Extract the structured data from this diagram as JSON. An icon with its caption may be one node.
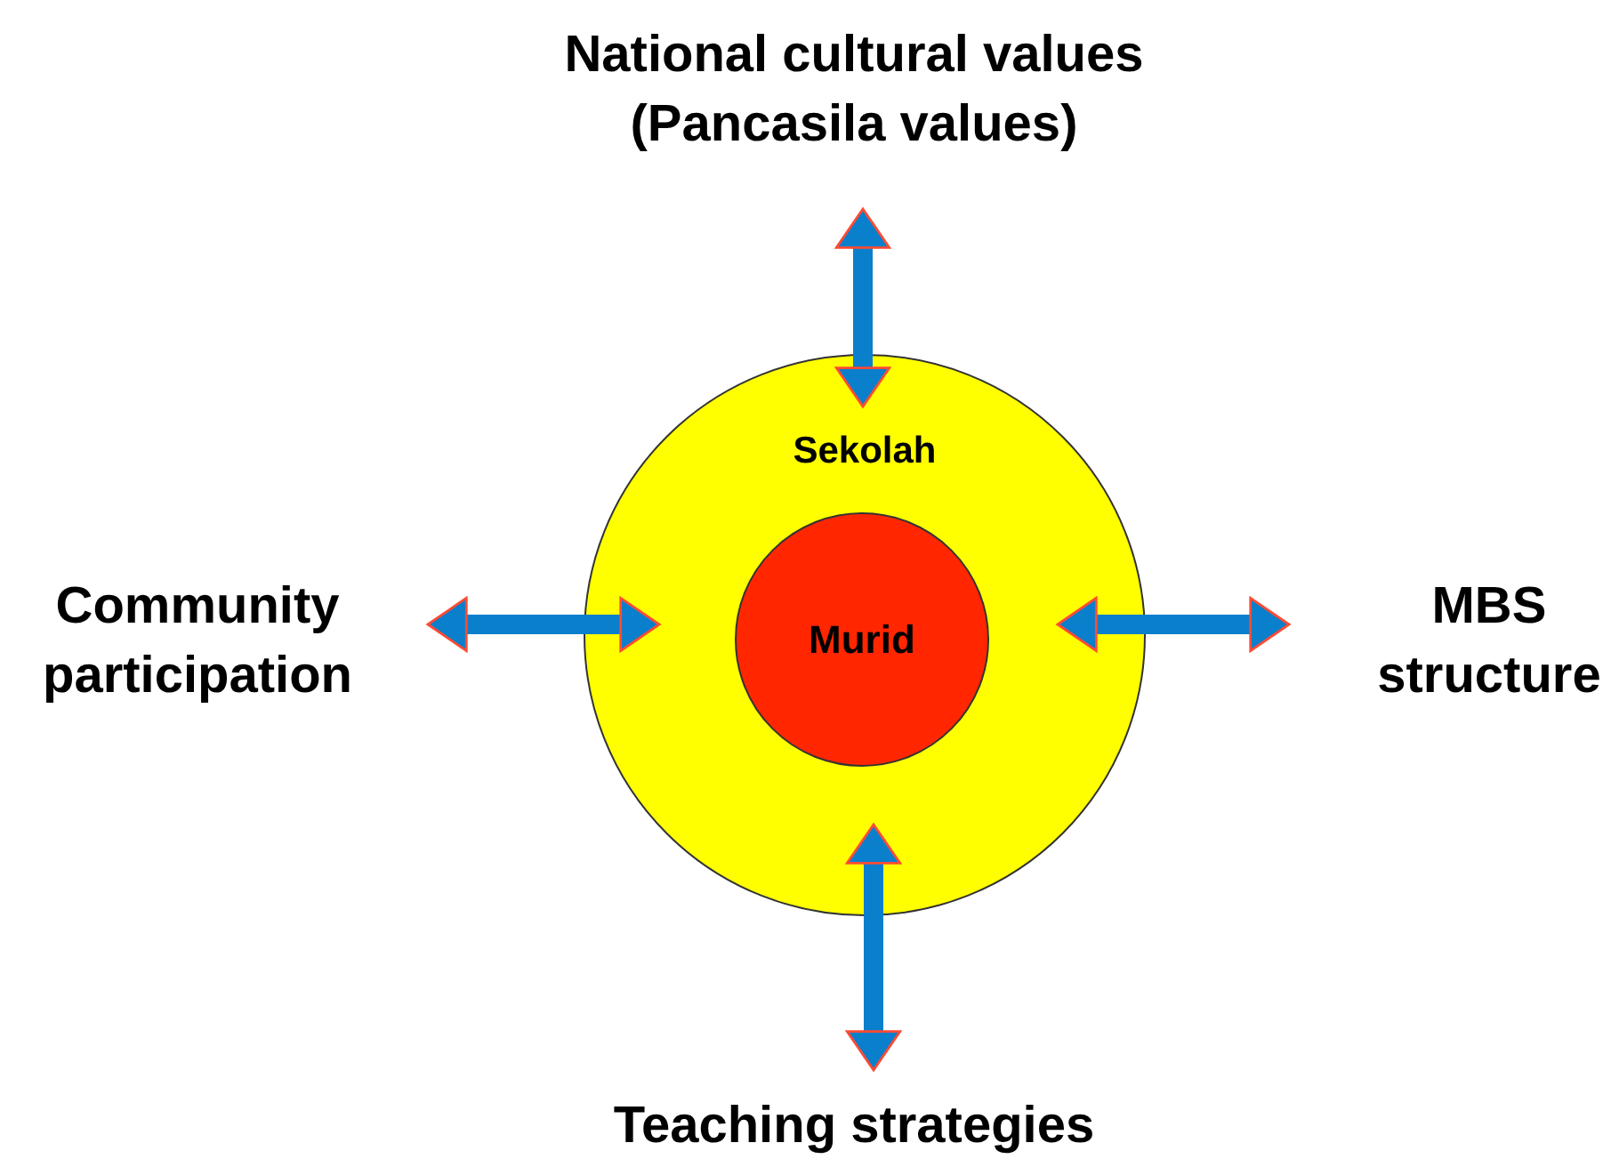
{
  "diagram": {
    "nodes": [
      {
        "text": [
          "Sekolah"
        ]
      },
      {
        "text": [
          "Murid"
        ],
        "in": 0
      },
      {
        "text": [
          "National cultural values (Pancasila values)"
        ]
      },
      {
        "text": [
          "Community participation"
        ]
      },
      {
        "text": [
          "MBS structure"
        ]
      },
      {
        "text": [
          "Teaching strategies"
        ]
      }
    ],
    "edges": [
      {
        "from": 2,
        "to": 0,
        "arrow": "both"
      },
      {
        "from": 3,
        "to": 0,
        "arrow": "both"
      },
      {
        "from": 4,
        "to": 0,
        "arrow": "both"
      },
      {
        "from": 5,
        "to": 0,
        "arrow": "both"
      }
    ]
  }
}
